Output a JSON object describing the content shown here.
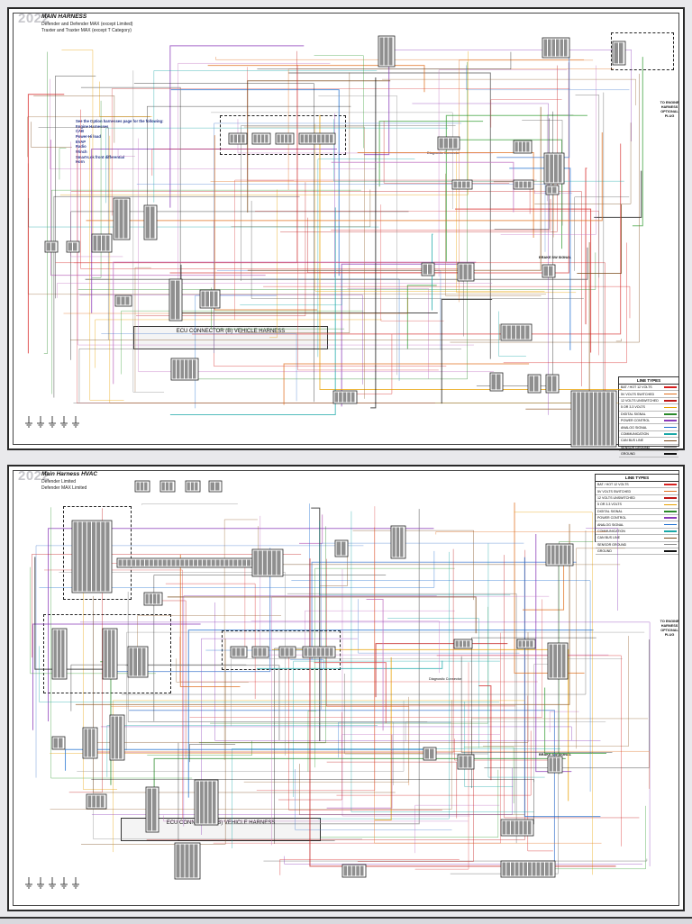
{
  "panels": [
    {
      "year": "2022",
      "title": "MAIN HARNESS",
      "subtitle_lines": [
        "Defender and Defender MAX (except Limited)",
        "Traxter and Traxter MAX (except T Category)"
      ],
      "note_lines": [
        "See the Option harnesses page for the following:",
        "",
        "Engine Harnesses",
        "CAB",
        "Power-Hi load",
        "EVAP",
        "Radio",
        "Winch",
        "Smart-Lok front differential",
        "Horn"
      ],
      "ecu_label": "ECU CONNECTOR (B) VEHICLE HARNESS",
      "labels": {
        "diagnostic_connector": "Diagnostic Connector",
        "brake_sw_signal": "BRAKE SW SIGNAL",
        "plug": "TO ENGINE HARNESS OPTIONAL PLUG"
      }
    },
    {
      "year": "2022",
      "title": "Main Harness HVAC",
      "subtitle_lines": [
        "Defender Limited",
        "Defender MAX Limited"
      ],
      "ecu_label": "ECU CONNECTOR (B) VEHICLE HARNESS",
      "labels": {
        "diagnostic_connector": "Diagnostic Connector",
        "brake_sw_signal": "BRAKE SW SIGNAL",
        "plug": "TO ENGINE HARNESS OPTIONAL PLUG"
      }
    }
  ],
  "line_types": {
    "title": "LINE TYPES",
    "items": [
      {
        "label": "BAT / HOT 12 VOLTS",
        "color": "#d62020"
      },
      {
        "label": "5V VOLTS SWITCHED",
        "color": "#e07020"
      },
      {
        "label": "12 VOLTS UNSWITCHED",
        "color": "#c01818"
      },
      {
        "label": "5 OR 3.3 VOLTS",
        "color": "#e8a000"
      },
      {
        "label": "DIGITAL SIGNAL",
        "color": "#2a8a2a"
      },
      {
        "label": "POWER CONTROL",
        "color": "#8a3ab8"
      },
      {
        "label": "ANALOG SIGNAL",
        "color": "#1e6fd0"
      },
      {
        "label": "COMMUNICATION",
        "color": "#19a7a7"
      },
      {
        "label": "CAN BUS LINE",
        "color": "#7a4a1a"
      },
      {
        "label": "SENSOR GROUND",
        "color": "#888888"
      },
      {
        "label": "GROUND",
        "color": "#111111"
      }
    ]
  }
}
